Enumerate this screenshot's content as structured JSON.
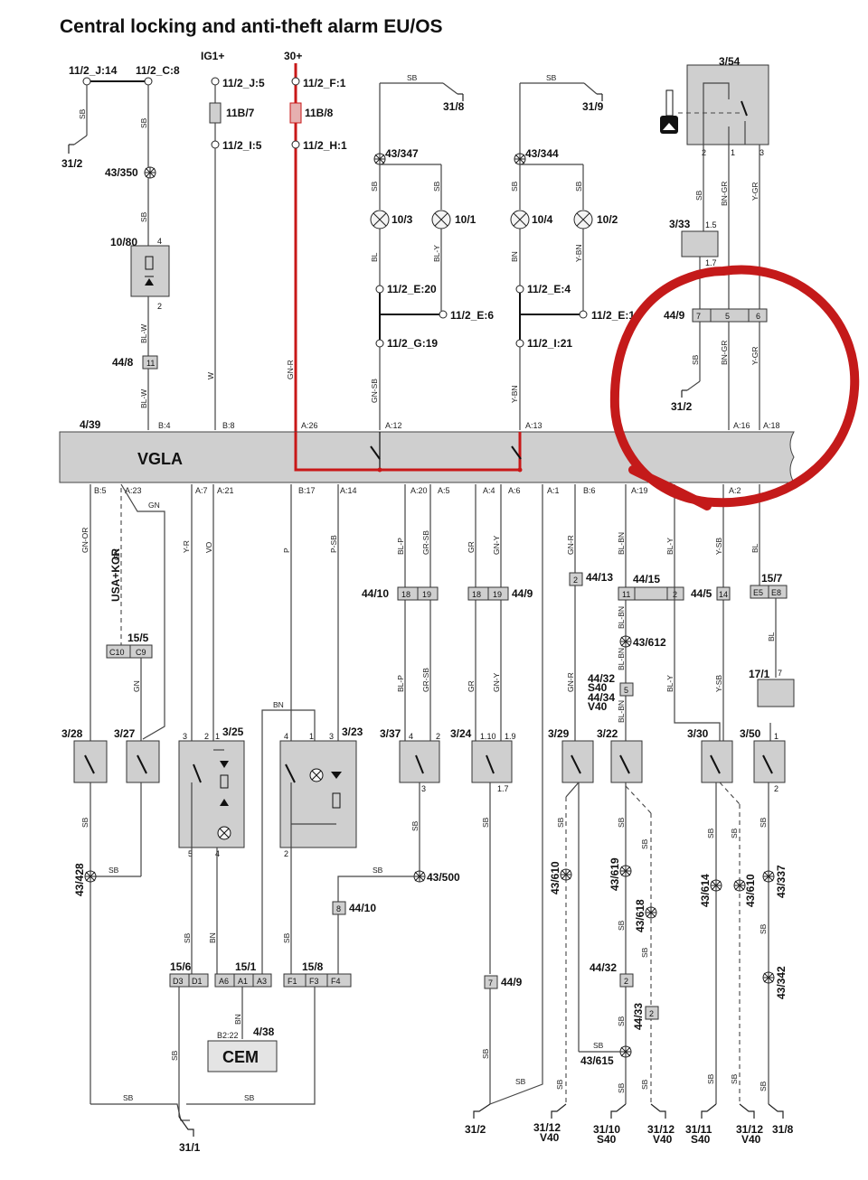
{
  "title": "Central locking and anti-theft alarm EU/OS",
  "colors": {
    "wire": "#444444",
    "highlight": "#c81818",
    "module_fill": "#cfcfcf",
    "annotation_circle": "#c41a1a"
  },
  "module": {
    "name": "VGLA",
    "ref": "4/39"
  },
  "cem": {
    "name": "CEM",
    "ref": "4/38",
    "pin": "B2:22"
  },
  "supplies": {
    "ig1": "IG1+",
    "b30": "30+"
  },
  "top": {
    "j14": "11/2_J:14",
    "c8": "11/2_C:8",
    "j5": "11/2_J:5",
    "f1": "11/2_F:1",
    "fuse1": "11B/7",
    "fuse2": "11B/8",
    "i5": "11/2_I:5",
    "h1": "11/2_H:1",
    "g312": "31/2",
    "g318": "31/8",
    "g319": "31/9",
    "s350": "43/350",
    "s347": "43/347",
    "s344": "43/344",
    "led": "10/80",
    "led_pin_top": "4",
    "led_pin_bot": "2",
    "conn448": "44/8",
    "conn448_pin": "11",
    "l103": "10/3",
    "l101": "10/1",
    "l104": "10/4",
    "l102": "10/2",
    "e20": "11/2_E:20",
    "e6": "11/2_E:6",
    "g19": "11/2_G:19",
    "e4": "11/2_E:4",
    "e1": "11/2_E:1",
    "i21": "11/2_I:21",
    "sw354": "3/54",
    "p354_1": "2",
    "p354_2": "1",
    "p354_3": "3",
    "sw333": "3/33",
    "p333_1": "1.5",
    "p333_2": "1.7",
    "conn449": "44/9",
    "c449_p1": "7",
    "c449_p2": "5",
    "c449_p3": "6",
    "g312b": "31/2"
  },
  "wire_colors": {
    "sb": "SB",
    "blw": "BL-W",
    "w": "W",
    "gnr": "GN-R",
    "bl": "BL",
    "bly": "BL-Y",
    "bn": "BN",
    "ybn": "Y-BN",
    "gnsb": "GN-SB",
    "bngr": "BN-GR",
    "ygr": "Y-GR",
    "gnor": "GN-OR",
    "gn": "GN",
    "yr": "Y-R",
    "vo": "VO",
    "p": "P",
    "psb": "P-SB",
    "blp": "BL-P",
    "grsb": "GR-SB",
    "gr": "GR",
    "gny": "GN-Y",
    "blbn": "BL-BN",
    "ysb": "Y-SB"
  },
  "module_pins": {
    "top": [
      "B:4",
      "B:8",
      "A:26",
      "A:12",
      "A:13",
      "A:16",
      "A:18"
    ],
    "bottom": [
      "B:5",
      "A:23",
      "A:7",
      "A:21",
      "B:17",
      "A:14",
      "A:20",
      "A:5",
      "A:4",
      "A:6",
      "A:1",
      "B:6",
      "A:19",
      "A:2"
    ]
  },
  "lower": {
    "usa": "USA+KOR",
    "c155": "15/5",
    "c155_a": "C10",
    "c155_b": "C9",
    "c4410": "44/10",
    "c4410_a": "18",
    "c4410_b": "19",
    "c449": "44/9",
    "c449_a": "18",
    "c449_b": "19",
    "c4413": "44/13",
    "c4413_p": "2",
    "c4415": "44/15",
    "c4415_a": "11",
    "c4415_b": "2",
    "c445": "44/5",
    "c445_p": "14",
    "c157": "15/7",
    "c157_a": "E5",
    "c157_b": "E8",
    "s612": "43/612",
    "c4432_lbl": "44/32",
    "c4432_s": "S40",
    "c4434_lbl": "44/34",
    "c4434_v": "V40",
    "c4432_p": "5",
    "c171": "17/1",
    "c171_p": "7",
    "sw328": "3/28",
    "sw327": "3/27",
    "sw325": "3/25",
    "sw323": "3/23",
    "sw337": "3/37",
    "sw324": "3/24",
    "sw329": "3/29",
    "sw322": "3/22",
    "sw330": "3/30",
    "sw350": "3/50",
    "p325_3": "3",
    "p325_2": "2",
    "p325_1": "1",
    "p325_5": "5",
    "p325_4": "4",
    "p323_4": "4",
    "p323_3": "3",
    "p323_1": "1",
    "p323_2": "2",
    "p337_4": "4",
    "p337_2": "2",
    "p337_3": "3",
    "p324_110": "1.10",
    "p324_19": "1.9",
    "p324_17": "1.7",
    "p350_1": "1",
    "p350_2": "2",
    "s428": "43/428",
    "s500": "43/500",
    "s610a": "43/610",
    "s619": "43/619",
    "s618": "43/618",
    "s614": "43/614",
    "s610b": "43/610",
    "s337": "43/337",
    "s342": "43/342",
    "s615": "43/615",
    "c4410b": "44/10",
    "c4410b_p": "8",
    "c449b": "44/9",
    "c449b_p": "7",
    "c4432b": "44/32",
    "c4432b_p": "2",
    "c4433": "44/33",
    "c4433_p": "2",
    "c156": "15/6",
    "c156_a": "D3",
    "c156_b": "D1",
    "c151": "15/1",
    "c151_a": "A6",
    "c151_b": "A1",
    "c151_c": "A3",
    "c158": "15/8",
    "c158_a": "F1",
    "c158_b": "F3",
    "c158_c": "F4",
    "g311": "31/1"
  },
  "grounds": [
    {
      "id": "31/2",
      "sub": ""
    },
    {
      "id": "31/12",
      "sub": "V40"
    },
    {
      "id": "31/10",
      "sub": "S40"
    },
    {
      "id": "31/12",
      "sub": "V40"
    },
    {
      "id": "31/11",
      "sub": "S40"
    },
    {
      "id": "31/12",
      "sub": "V40"
    },
    {
      "id": "31/8",
      "sub": ""
    }
  ]
}
